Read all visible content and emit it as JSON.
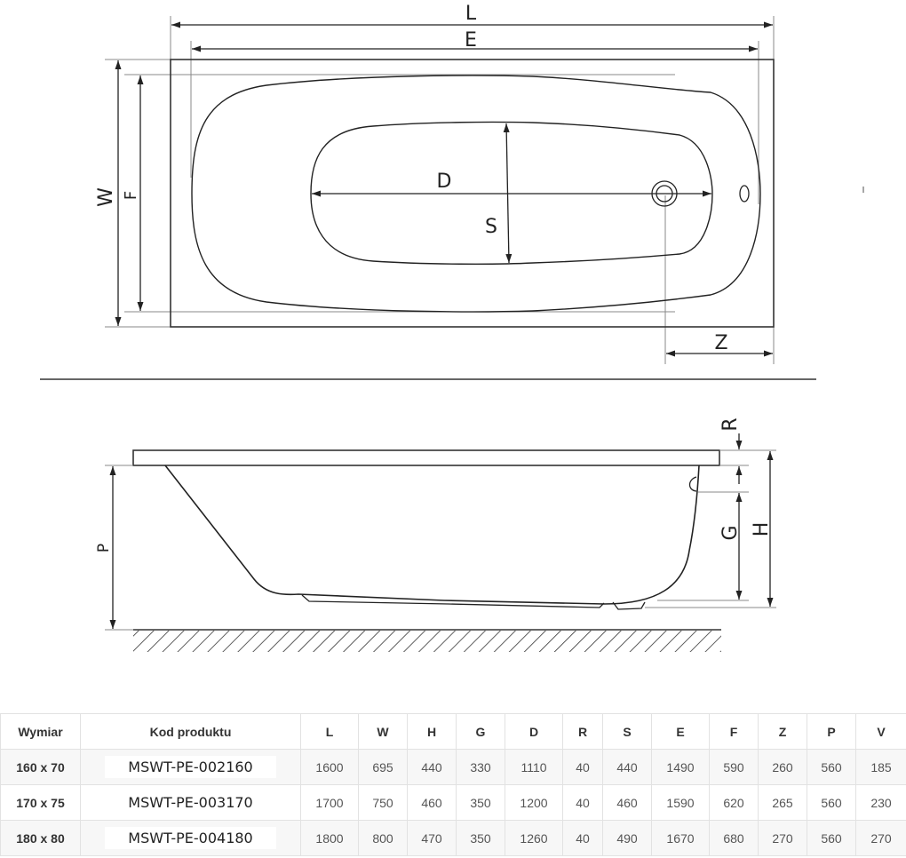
{
  "diagram": {
    "top_view": {
      "labels": {
        "L": "L",
        "E": "E",
        "W": "W",
        "F": "F",
        "D": "D",
        "S": "S",
        "Z": "Z"
      }
    },
    "side_view": {
      "labels": {
        "R": "R",
        "H": "H",
        "G": "G",
        "P": "P"
      }
    }
  },
  "table": {
    "headers": [
      "Wymiar",
      "Kod produktu",
      "L",
      "W",
      "H",
      "G",
      "D",
      "R",
      "S",
      "E",
      "F",
      "Z",
      "P",
      "V"
    ],
    "rows": [
      {
        "size": "160 x 70",
        "code": "MSWT-PE-002160",
        "L": "1600",
        "W": "695",
        "H": "440",
        "G": "330",
        "D": "1110",
        "R": "40",
        "S": "440",
        "E": "1490",
        "F": "590",
        "Z": "260",
        "P": "560",
        "V": "185"
      },
      {
        "size": "170 x 75",
        "code": "MSWT-PE-003170",
        "L": "1700",
        "W": "750",
        "H": "460",
        "G": "350",
        "D": "1200",
        "R": "40",
        "S": "460",
        "E": "1590",
        "F": "620",
        "Z": "265",
        "P": "560",
        "V": "230"
      },
      {
        "size": "180 x 80",
        "code": "MSWT-PE-004180",
        "L": "1800",
        "W": "800",
        "H": "470",
        "G": "350",
        "D": "1260",
        "R": "40",
        "S": "490",
        "E": "1670",
        "F": "680",
        "Z": "270",
        "P": "560",
        "V": "270"
      }
    ]
  }
}
